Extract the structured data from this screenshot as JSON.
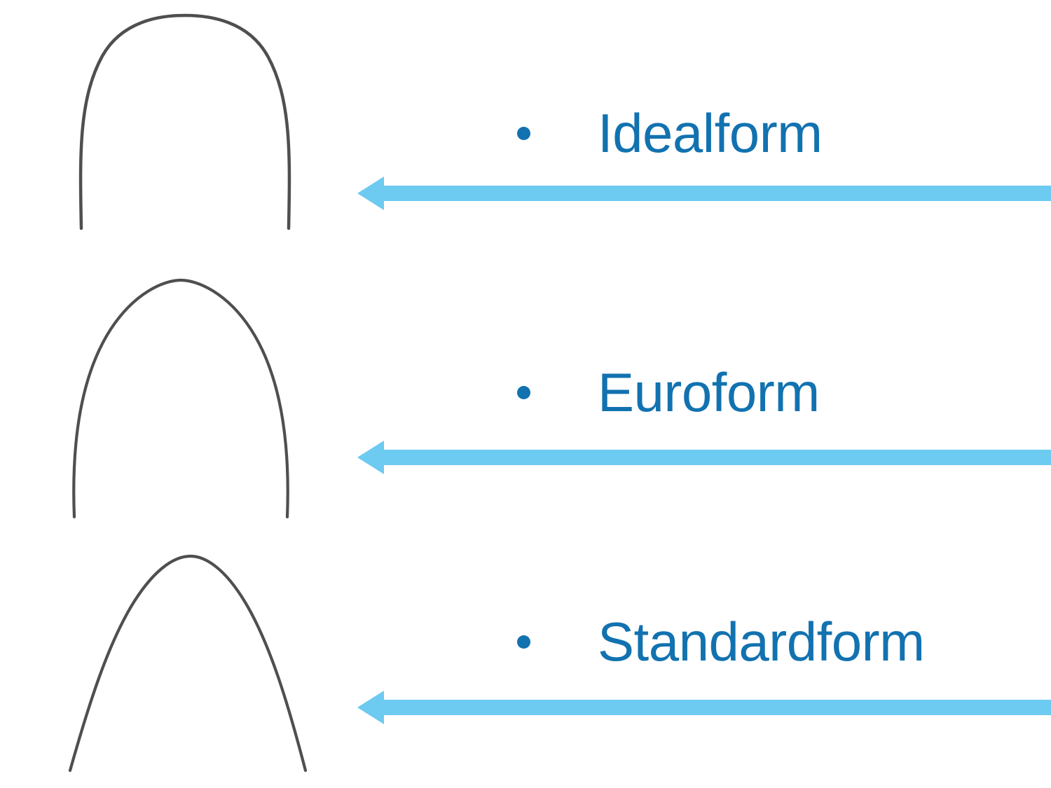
{
  "slide": {
    "background_color": "#ffffff",
    "accent_text_color": "#1272B0",
    "arrow_color": "#6DCAF0",
    "wire_stroke_color": "#4f4f4f"
  },
  "items": [
    {
      "label": "Idealform",
      "bullet": "•",
      "wire_name": "idealform-archwire",
      "arrow_name": "arrow-idealform",
      "arrow_direction": "left"
    },
    {
      "label": "Euroform",
      "bullet": "•",
      "wire_name": "euroform-archwire",
      "arrow_name": "arrow-euroform",
      "arrow_direction": "left"
    },
    {
      "label": "Standardform",
      "bullet": "•",
      "wire_name": "standardform-archwire",
      "arrow_name": "arrow-standardform",
      "arrow_direction": "left"
    }
  ]
}
